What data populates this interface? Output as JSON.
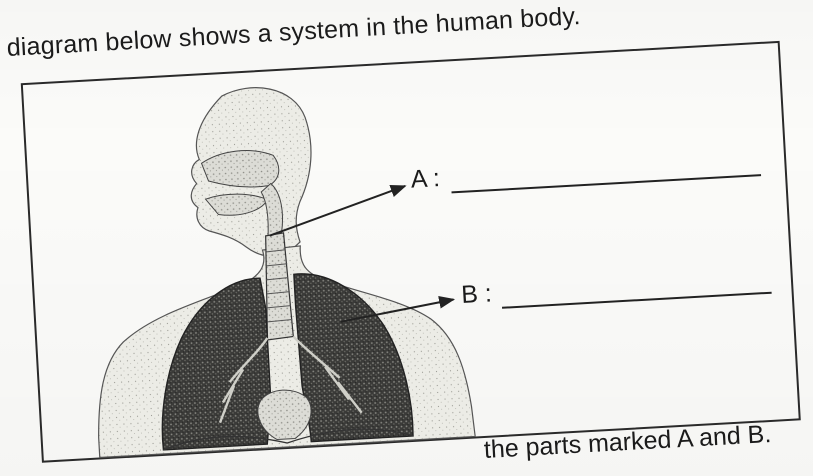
{
  "question": {
    "intro_text": "diagram below shows a system in the human body.",
    "footer_text": "the parts marked A and B."
  },
  "labels": [
    {
      "letter": "A :"
    },
    {
      "letter": "B :"
    }
  ]
}
